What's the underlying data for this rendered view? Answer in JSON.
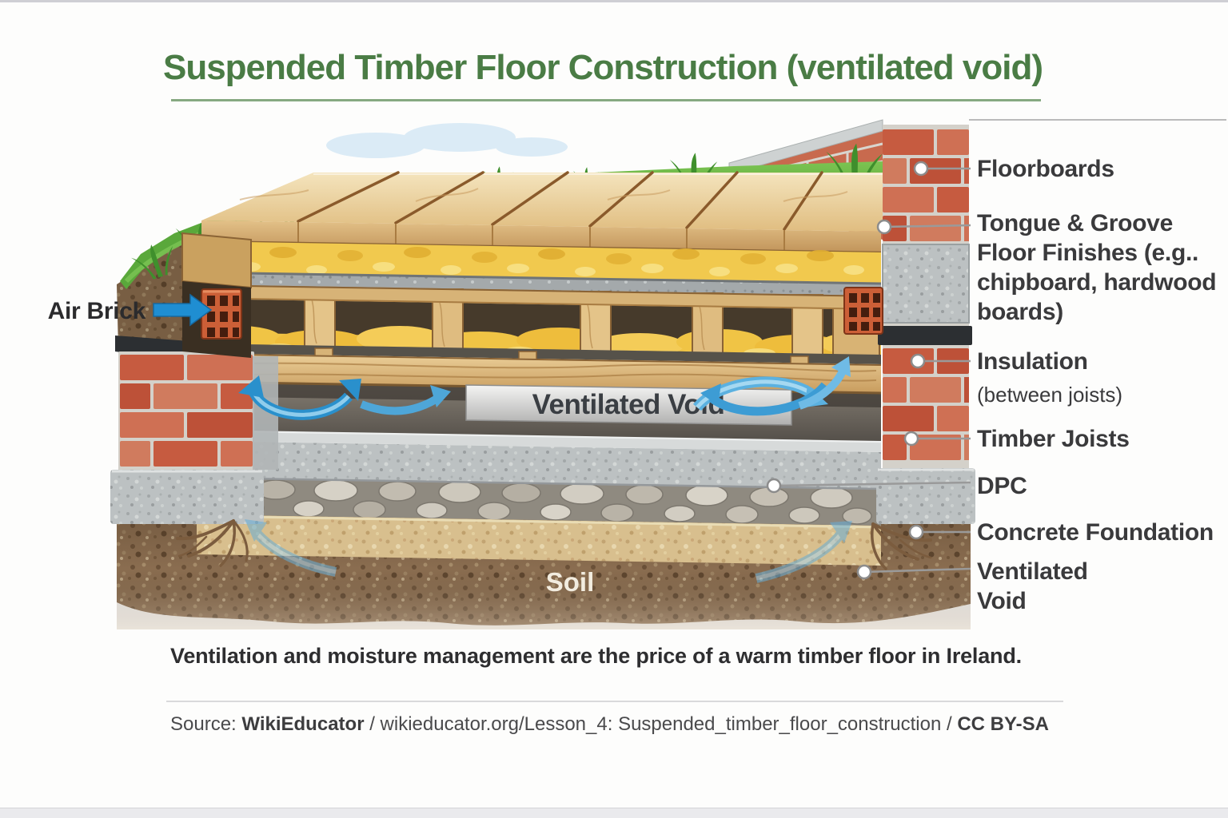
{
  "title": "Suspended Timber Floor Construction (ventilated void)",
  "diagram_labels": {
    "air_brick": "Air Brick",
    "ventilated_void_plate": "Ventilated Void",
    "soil": "Soil"
  },
  "callouts": {
    "floorboards": "Floorboards",
    "tongue_groove": "Tongue & Groove\nFloor Finishes (e.g..\nchipboard, hardwood\nboards)",
    "insulation": "Insulation",
    "insulation_sub": "(between joists)",
    "timber_joists": "Timber Joists",
    "dpc": "DPC",
    "concrete_foundation": "Concrete Foundation",
    "ventilated_void": "Ventilated\nVoid"
  },
  "caption": "Ventilation and moisture management are the price of a warm timber floor in Ireland.",
  "source_line": {
    "prefix": "Source: ",
    "publisher": "WikiEducator",
    "sep1": " / ",
    "reference": "wikieducator.org/Lesson_4: Suspended_timber_floor_construction",
    "sep2": " / ",
    "license": "CC BY-SA"
  },
  "colors": {
    "accent_green": "#4a7c45",
    "underline_green": "#86a981",
    "label_text": "#3a3a3c",
    "caption_text": "#2e2e30",
    "source_text": "#4a4a4c",
    "leader_gray": "#9a9a9a",
    "arrow_blue": "#2a90cc",
    "brick_red": "#c65b40",
    "insulation_yellow": "#f1c94e",
    "wood_tan": "#e2c184",
    "concrete_gray": "#bcc1c2",
    "soil_brown": "#8a6d50",
    "grass_green": "#5aa83b",
    "dpc_black": "#2c2f32"
  }
}
